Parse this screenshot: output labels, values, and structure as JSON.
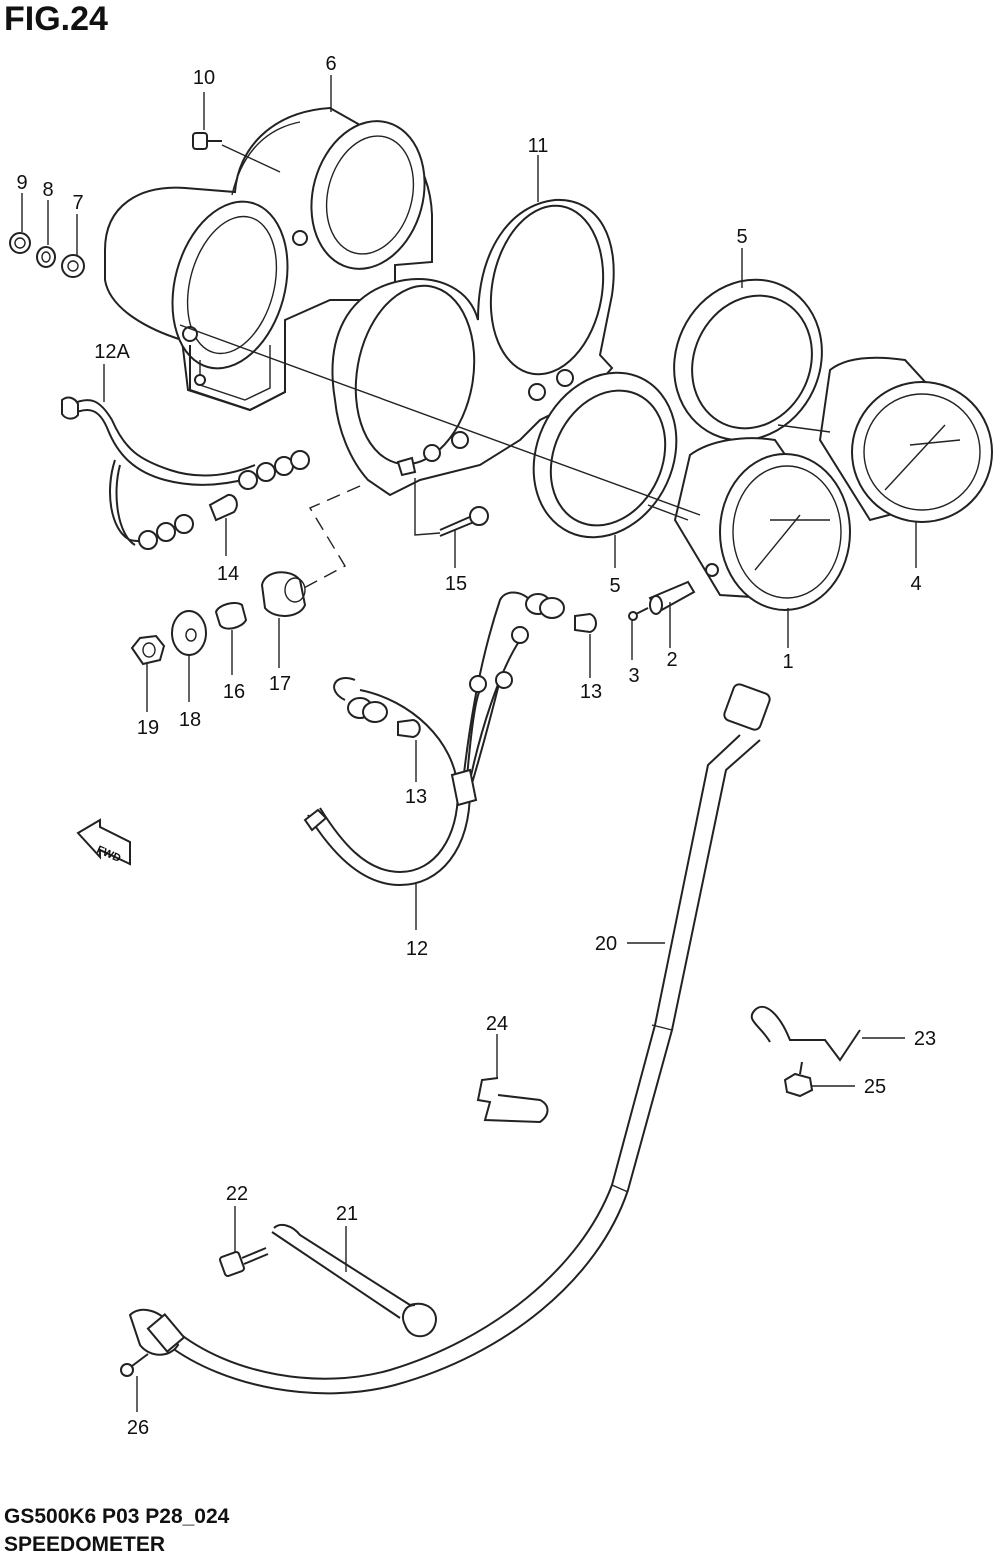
{
  "figure": {
    "title": "FIG.24",
    "code": "GS500K6 P03 P28_024",
    "name": "SPEEDOMETER"
  },
  "callouts": [
    "1",
    "2",
    "3",
    "4",
    "5",
    "5",
    "6",
    "7",
    "8",
    "9",
    "10",
    "11",
    "12",
    "12A",
    "13",
    "13",
    "14",
    "15",
    "16",
    "17",
    "18",
    "19",
    "20",
    "21",
    "22",
    "23",
    "24",
    "25",
    "26"
  ],
  "direction_label": "FWD"
}
